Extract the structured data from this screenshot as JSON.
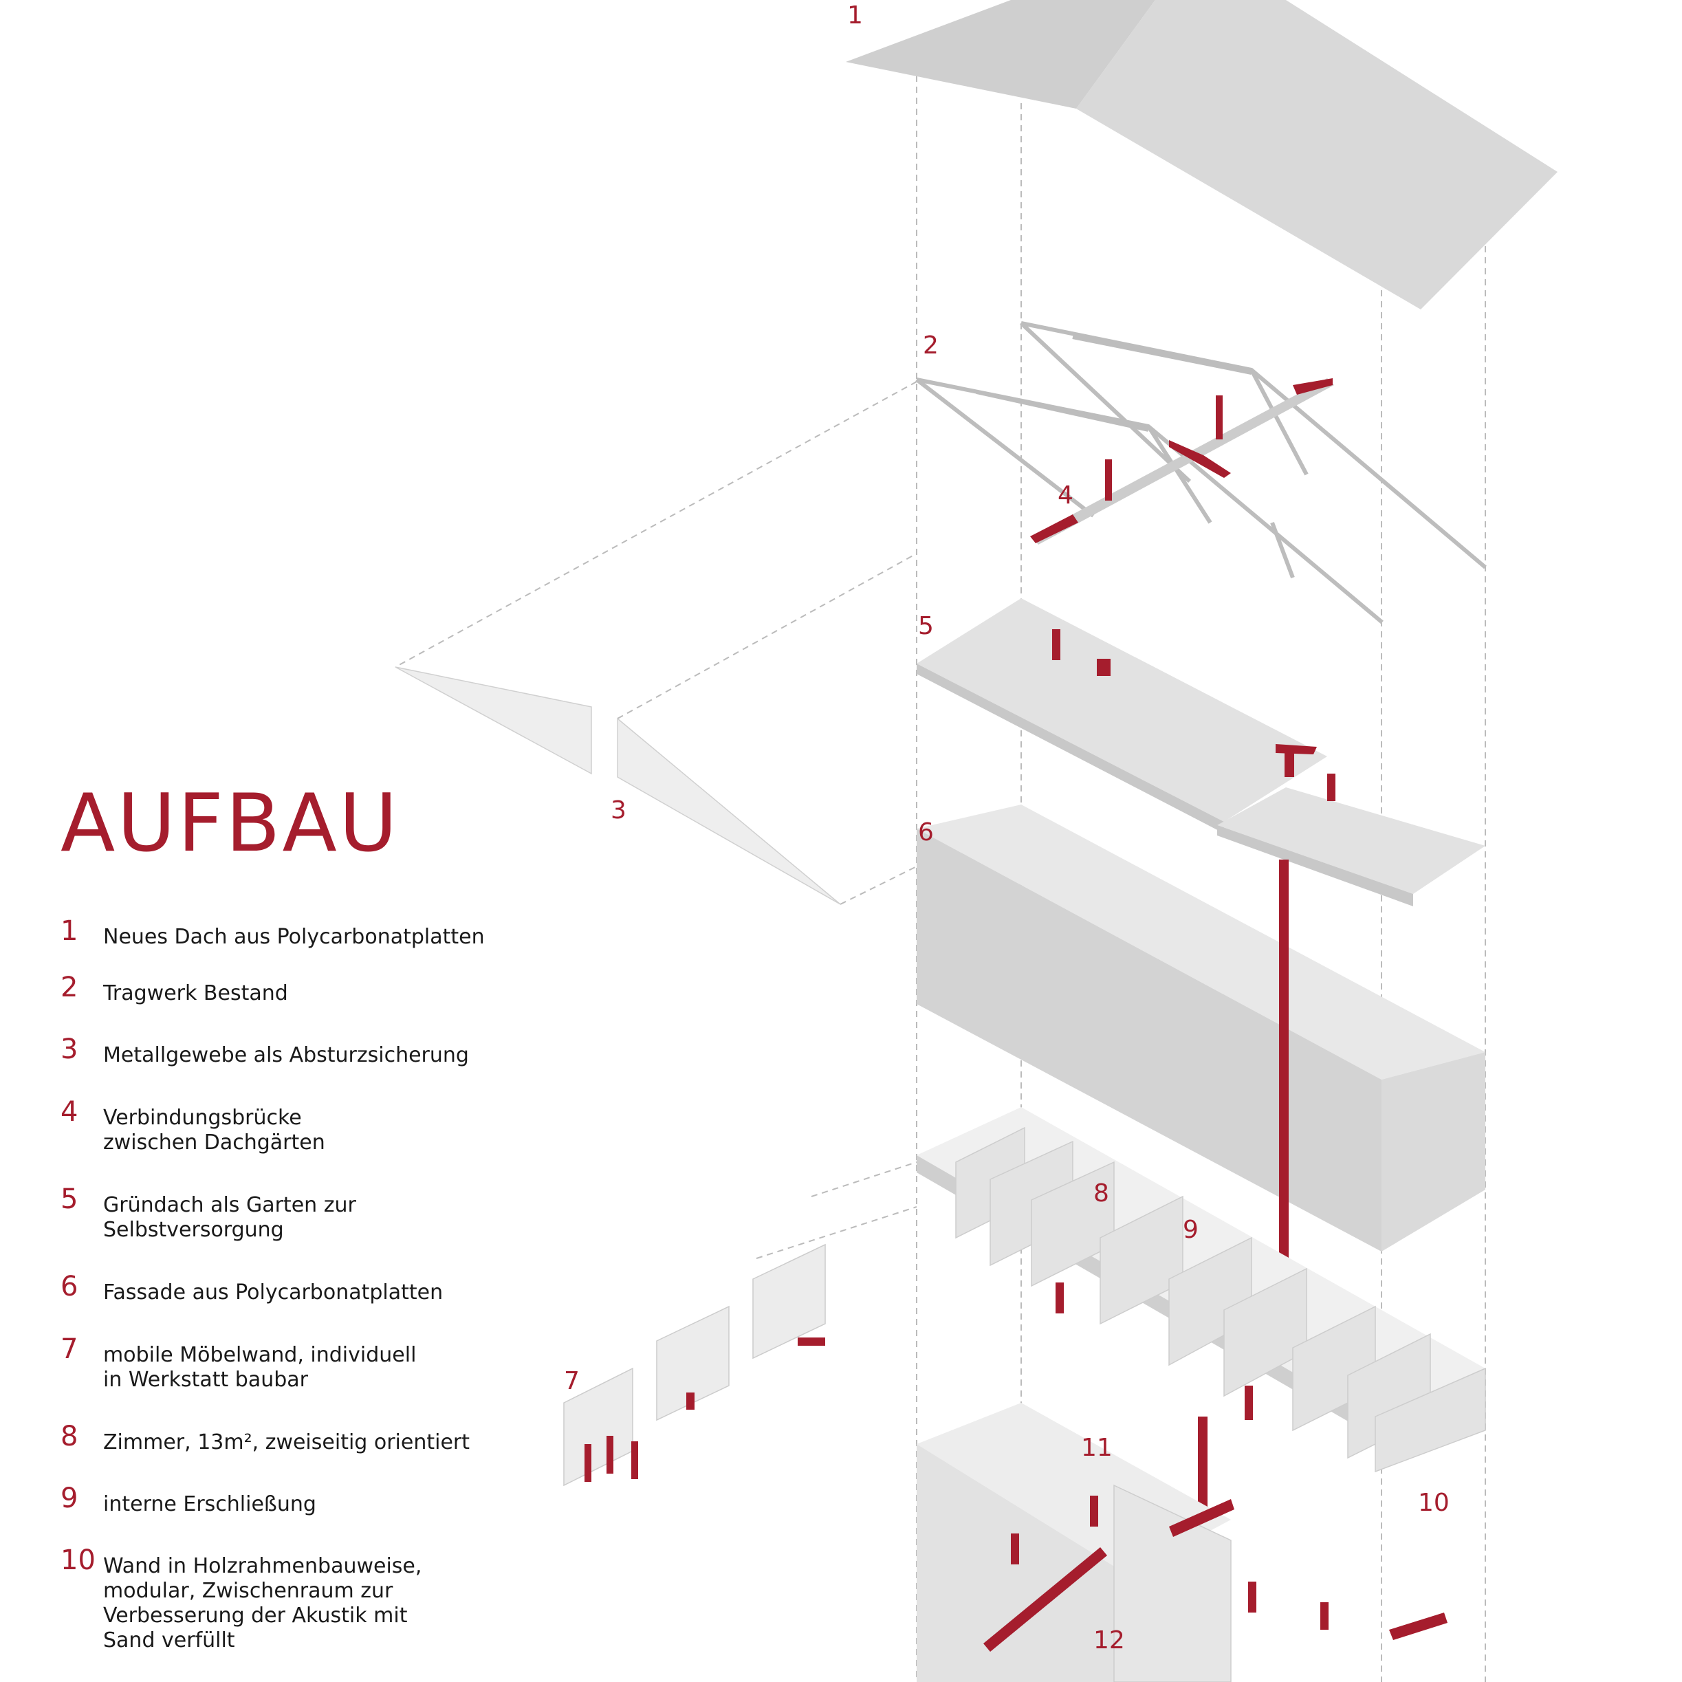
{
  "title": "AUFBAU",
  "legend": [
    {
      "num": "1",
      "text": "Neues Dach aus Polycarbonatplatten"
    },
    {
      "num": "2",
      "text": "Tragwerk Bestand"
    },
    {
      "num": "3",
      "text": "Metallgewebe als Absturzsicherung"
    },
    {
      "num": "4",
      "text": "Verbindungsbrücke zwischen Dachgärten"
    },
    {
      "num": "5",
      "text": "Gründach als Garten zur Selbstversorgung"
    },
    {
      "num": "6",
      "text": "Fassade aus Polycarbonatplatten"
    },
    {
      "num": "7",
      "text": "mobile Möbelwand, individuell in Werkstatt baubar"
    },
    {
      "num": "8",
      "text": "Zimmer, 13m², zweiseitig orientiert"
    },
    {
      "num": "9",
      "text": "interne Erschließung"
    },
    {
      "num": "10",
      "text": "Wand in Holzrahmenbauweise, modular, Zwischenraum zur Verbesserung der Akustik mit Sand verfüllt"
    }
  ],
  "callouts": [
    "1",
    "2",
    "3",
    "4",
    "5",
    "6",
    "7",
    "8",
    "9",
    "10",
    "11",
    "12"
  ],
  "colors": {
    "accent": "#a51d2d",
    "text": "#1a1a1a",
    "plane": "#d9d9d9",
    "guide": "#bbbbbb"
  }
}
